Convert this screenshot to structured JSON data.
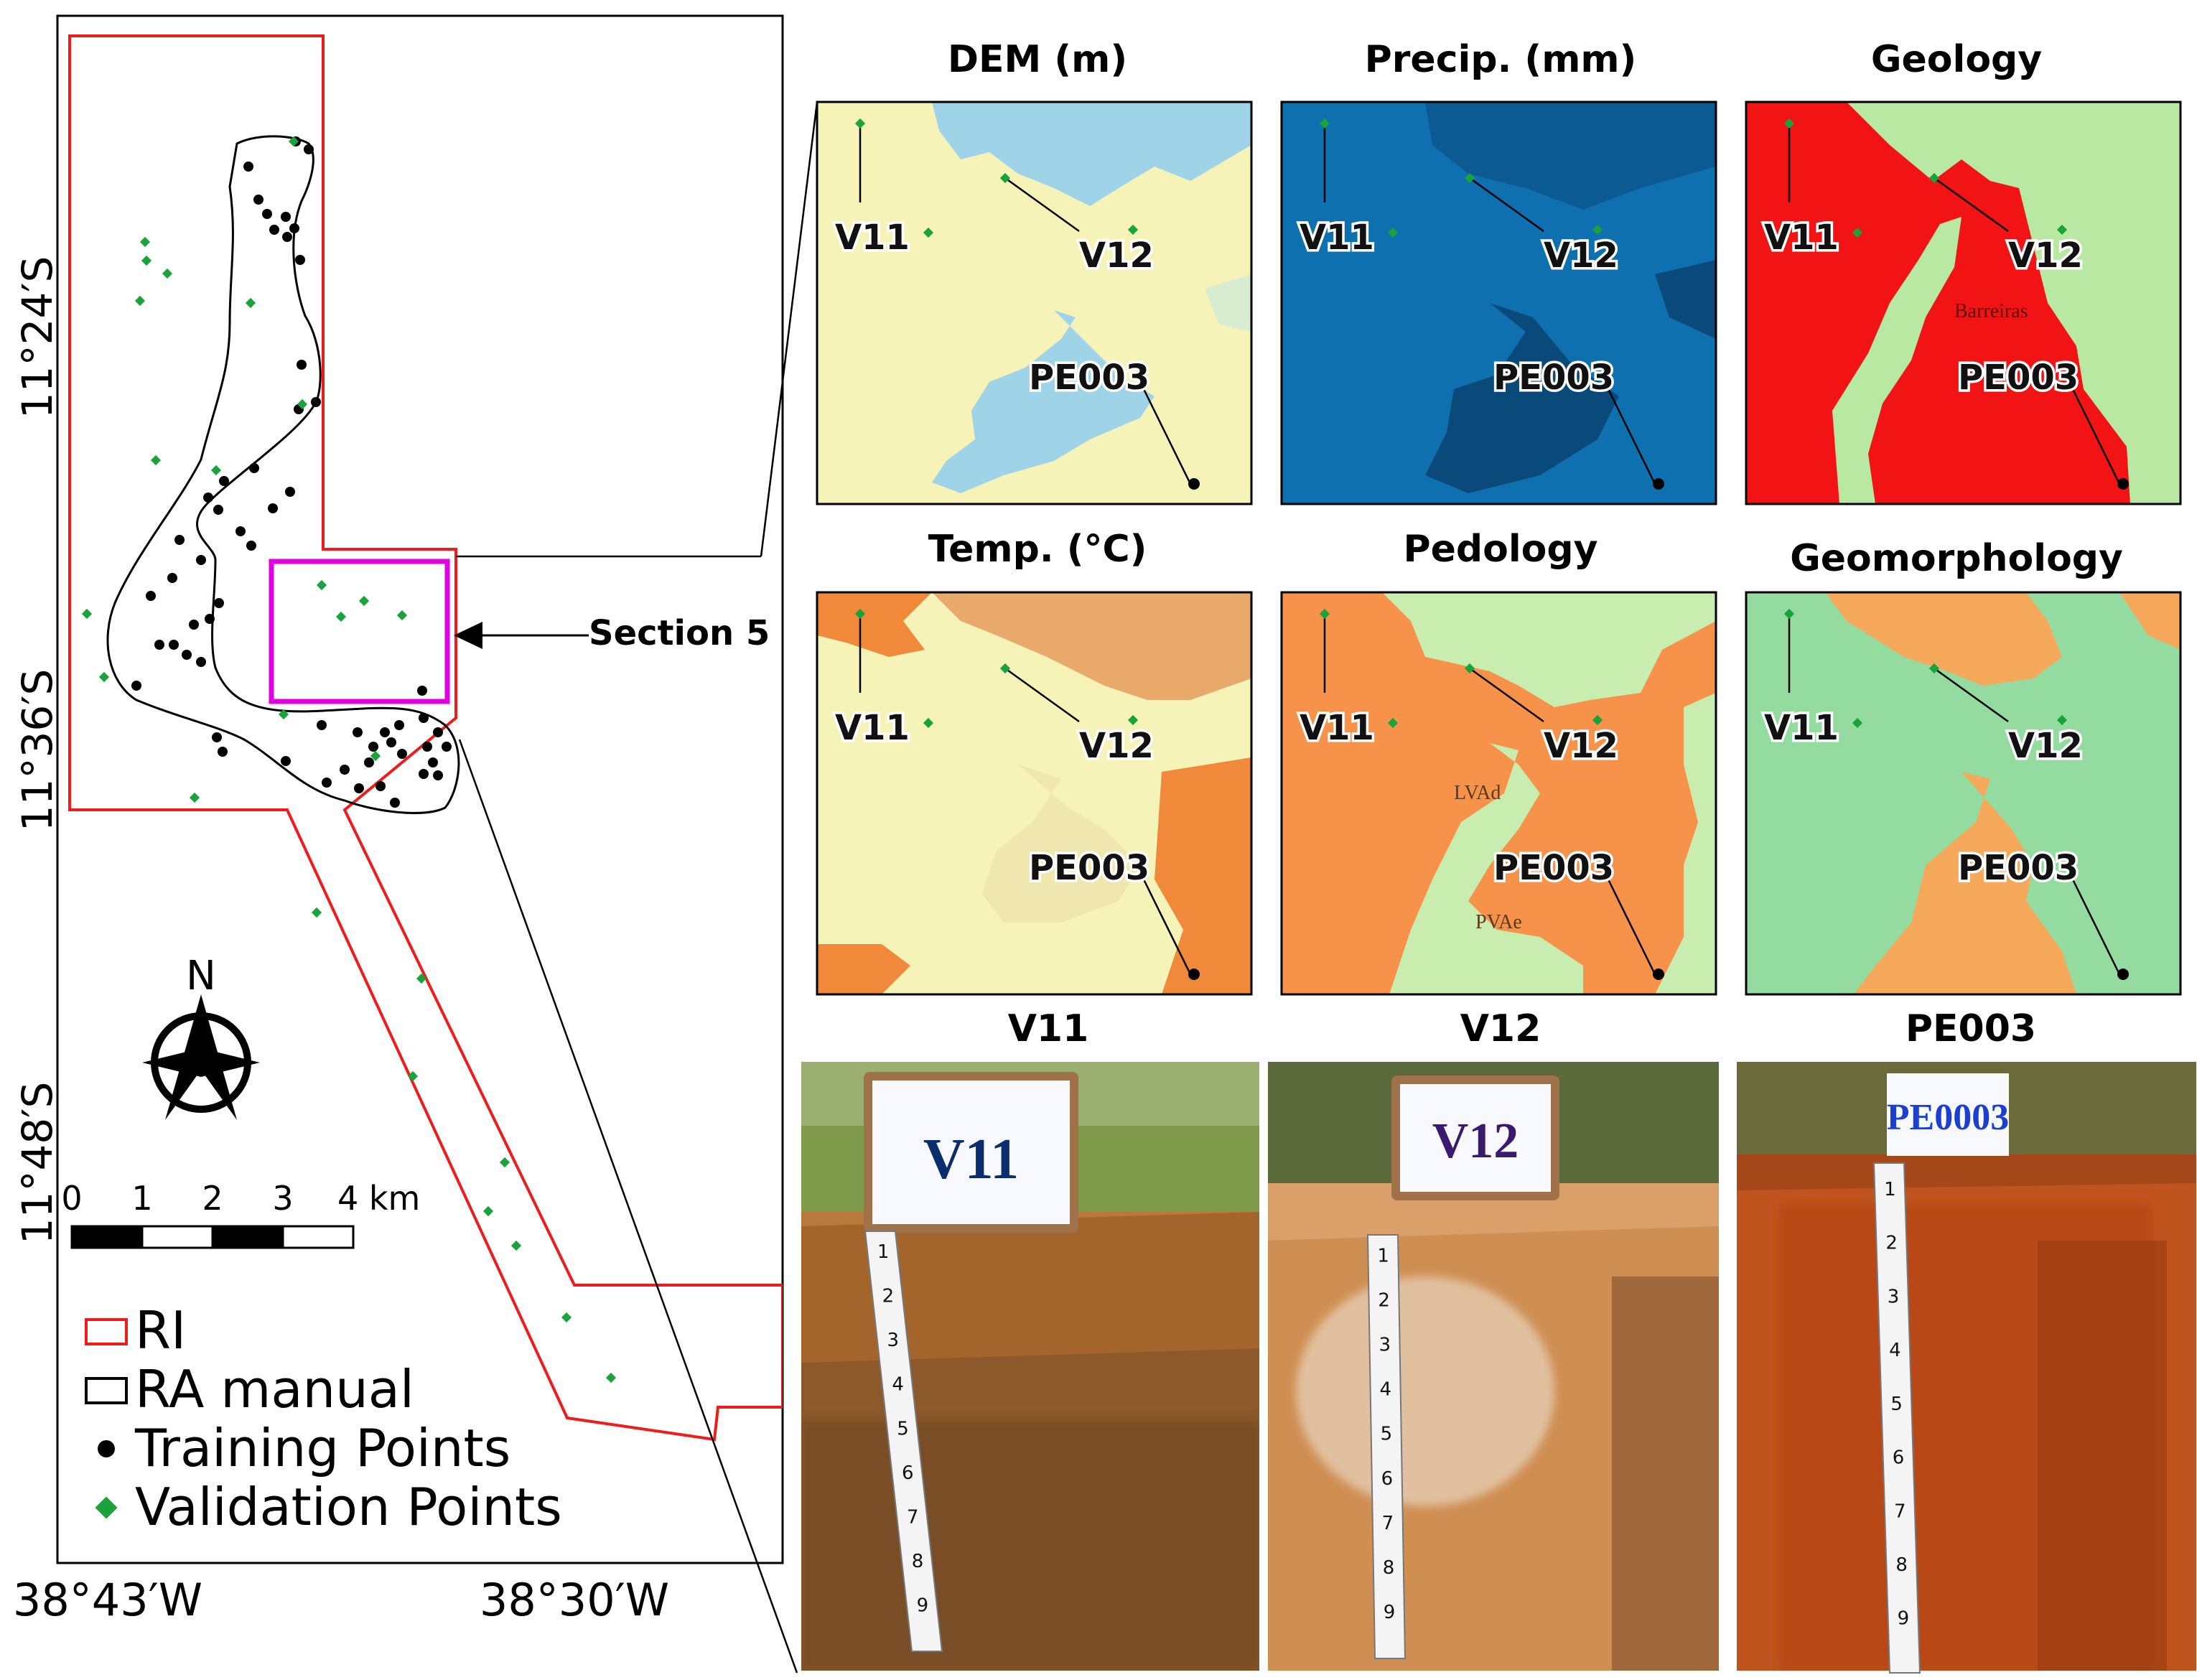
{
  "main_map": {
    "lat_labels": [
      "11°24′S",
      "11°36′S",
      "11°48′S"
    ],
    "lon_labels": [
      "38°43′W",
      "38°30′W"
    ],
    "north_label": "N",
    "scale_labels": [
      "0",
      "1",
      "2",
      "3",
      "4 km"
    ],
    "section_label": "Section 5",
    "legend": [
      {
        "label": "RI",
        "symbol": "red-box-icon"
      },
      {
        "label": "RA manual",
        "symbol": "black-box-icon"
      },
      {
        "label": "Training Points",
        "symbol": "black-dot-icon"
      },
      {
        "label": "Validation Points",
        "symbol": "green-diamond-icon"
      }
    ],
    "colors": {
      "ri": "#ee1c1c",
      "section": "#e000e0",
      "training": "#000000",
      "validation": "#1aa33a"
    }
  },
  "panels": [
    {
      "title": "DEM (m)",
      "palette": [
        "#f6f3b8",
        "#9fd3e8"
      ],
      "map_labels": []
    },
    {
      "title": "Precip. (mm)",
      "palette": [
        "#0f70b0",
        "#0a4a7a"
      ],
      "map_labels": []
    },
    {
      "title": "Geology",
      "palette": [
        "#f21414",
        "#b9e8a3"
      ],
      "map_labels": [
        "Barreiras"
      ]
    },
    {
      "title": "Temp. (°C)",
      "palette": [
        "#f6f3b8",
        "#f08a3a"
      ],
      "map_labels": []
    },
    {
      "title": "Pedology",
      "palette": [
        "#f7924a",
        "#c8edae"
      ],
      "map_labels": [
        "LVAd",
        "PVAe"
      ]
    },
    {
      "title": "Geomorphology",
      "palette": [
        "#94dba0",
        "#f6a95a"
      ],
      "map_labels": []
    }
  ],
  "point_labels": [
    "V11",
    "V12",
    "PE003"
  ],
  "photos": [
    {
      "title": "V11",
      "board_text": "V11",
      "board_color": "#0a2d6e"
    },
    {
      "title": "V12",
      "board_text": "V12",
      "board_color": "#3a1a6e"
    },
    {
      "title": "PE003",
      "board_text": "PE0003",
      "board_color": "#1b3fd0"
    }
  ],
  "tape_numbers": [
    "1",
    "2",
    "3",
    "4",
    "5",
    "6",
    "7",
    "8",
    "9"
  ]
}
